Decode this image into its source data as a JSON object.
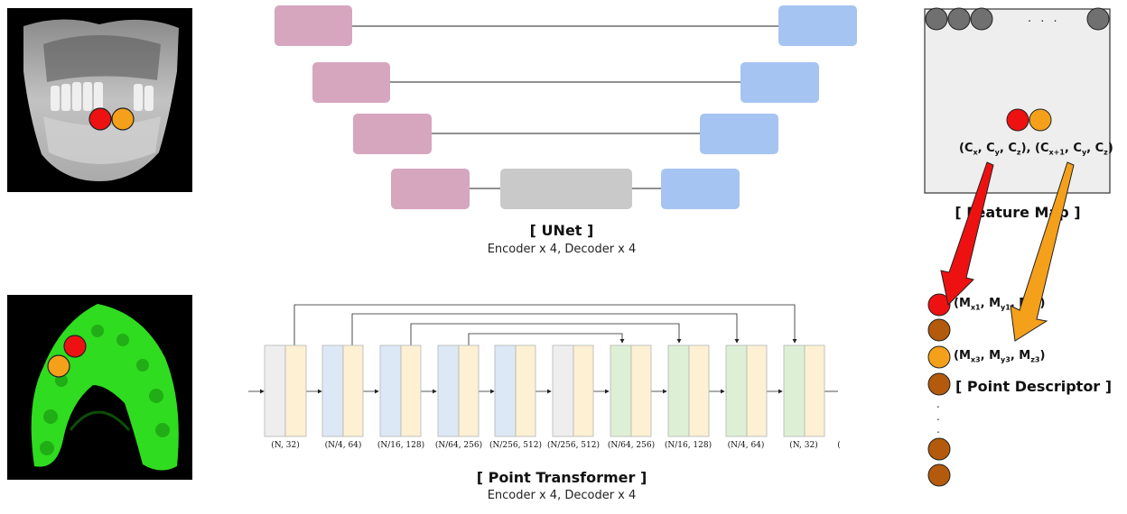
{
  "unet": {
    "title": "[ UNet ]",
    "subtitle": "Encoder x 4, Decoder x 4",
    "colors": {
      "encoder": "#d6a6bf",
      "decoder": "#a6c4f2",
      "bottleneck": "#c9c9c9"
    }
  },
  "point_transformer": {
    "title": "[ Point Transformer ]",
    "subtitle": "Encoder x 4, Decoder x 4",
    "dimensions": [
      "(N, 32)",
      "(N/4, 64)",
      "(N/16, 128)",
      "(N/64, 256)",
      "(N/256, 512)",
      "(N/256, 512)",
      "(N/64, 256)",
      "(N/16, 128)",
      "(N/4, 64)",
      "(N, 32)"
    ],
    "trailing_mark": "(",
    "colors": {
      "yellow": "#fdf0d3",
      "gray": "#eeeeee",
      "blue": "#dce8f6",
      "green": "#ddf0d6"
    }
  },
  "feature_map": {
    "title": "[ Feature Map ]",
    "ellipsis": ". . .",
    "coord_a": {
      "open": "(C",
      "s1": "x",
      "m1": ", C",
      "s2": "y",
      "m2": ", C",
      "s3": "z",
      "close": "),"
    },
    "coord_b": {
      "open": "(C",
      "s1": "x+1",
      "m1": ", C",
      "s2": "y",
      "m2": ", C",
      "s3": "z",
      "close": ")"
    }
  },
  "point_descriptor": {
    "title": "[ Point Descriptor ]",
    "entry_1": {
      "open": "(M",
      "s1": "x1",
      "m1": ", M",
      "s2": "y1",
      "m2": ", M",
      "s3": "z1",
      "close": ")"
    },
    "entry_3": {
      "open": "(M",
      "s1": "x3",
      "m1": ", M",
      "s2": "y3",
      "m2": ", M",
      "s3": "z3",
      "close": ")"
    },
    "vertical_dots": ".\n.\n."
  },
  "colors": {
    "red": "#ee1111",
    "orange": "#f5a01a",
    "brown": "#b35a0c",
    "dark_gray": "#707070",
    "jaw_green": "#2fdc1f"
  }
}
